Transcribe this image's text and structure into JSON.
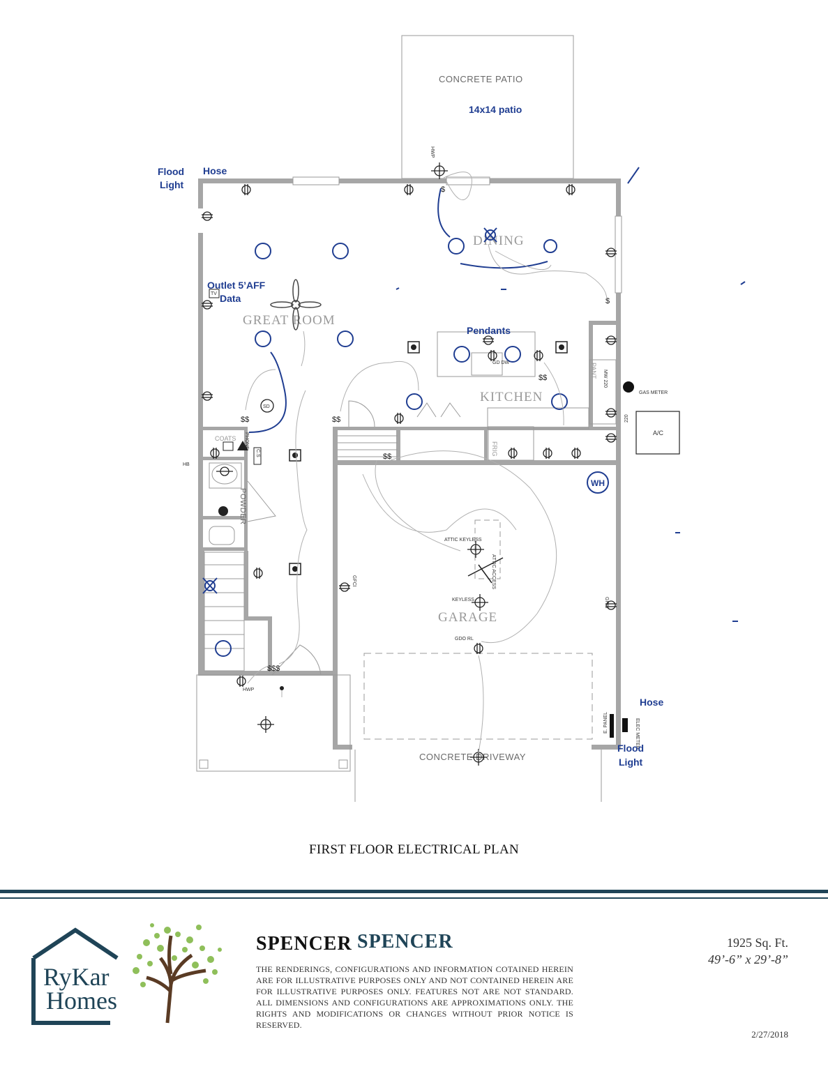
{
  "plan": {
    "rooms": {
      "patio": "CONCRETE PATIO",
      "dining": "DINING",
      "great_room": "GREAT ROOM",
      "kitchen": "KITCHEN",
      "garage": "GARAGE",
      "driveway": "CONCRETE DRIVEWAY",
      "powder": "POWDER",
      "coats": "COATS",
      "pantry": "PANT"
    },
    "notes": {
      "patio_size": "14x14 patio",
      "flood_light_top": [
        "Flood",
        "Light"
      ],
      "hose_top": "Hose",
      "outlet": [
        "Outlet 5’AFF",
        "Data"
      ],
      "pendants": "Pendants",
      "hose_bottom": "Hose",
      "flood_light_bottom": [
        "Flood",
        "Light"
      ],
      "wh": "WH"
    },
    "labels": {
      "gas_meter": "GAS METER",
      "ac": "A/C",
      "e_panel": "E. PANEL",
      "elec_meter": "ELEC METER",
      "attic_keyless": "ATTIC KEYLESS",
      "keyless": "KEYLESS",
      "gdo": "GDO RL",
      "attic_access": "ATTIC ACCESS",
      "gfci": "GFCI",
      "hwp": "HWP",
      "hb": "HB",
      "phone": "PHONE",
      "sd": "SD",
      "tv": "TV",
      "v220": "220",
      "mw220": "MW 220",
      "frig": "FRIG",
      "gd_dw": "GD DW",
      "cs": "C.S",
      "dw": "DW"
    },
    "title": "FIRST FLOOR ELECTRICAL PLAN"
  },
  "footer": {
    "brand": [
      "RyKar",
      "Homes"
    ],
    "model": "SPENCER",
    "model_overlay": "SPENCER",
    "disclaimer": "THE RENDERINGS, CONFIGURATIONS AND INFORMATION COTAINED HEREIN ARE FOR ILLUSTRATIVE PURPOSES ONLY AND NOT CONTAINED HEREIN ARE FOR ILLUSTRATIVE PURPOSES ONLY. FEATURES NOT ARE NOT STANDARD. ALL DIMENSIONS AND CONFIGURATIONS ARE APPROXIMATIONS ONLY. THE RIGHTS AND MODIFICATIONS OR CHANGES WITHOUT PRIOR NOTICE IS RESERVED.",
    "sqft": "1925 Sq. Ft.",
    "dims": "49’-6” x 29’-8”",
    "date": "2/27/2018"
  },
  "colors": {
    "blue": "#1f3d91",
    "wall": "#a6a6a6",
    "brand": "#1f4457"
  }
}
